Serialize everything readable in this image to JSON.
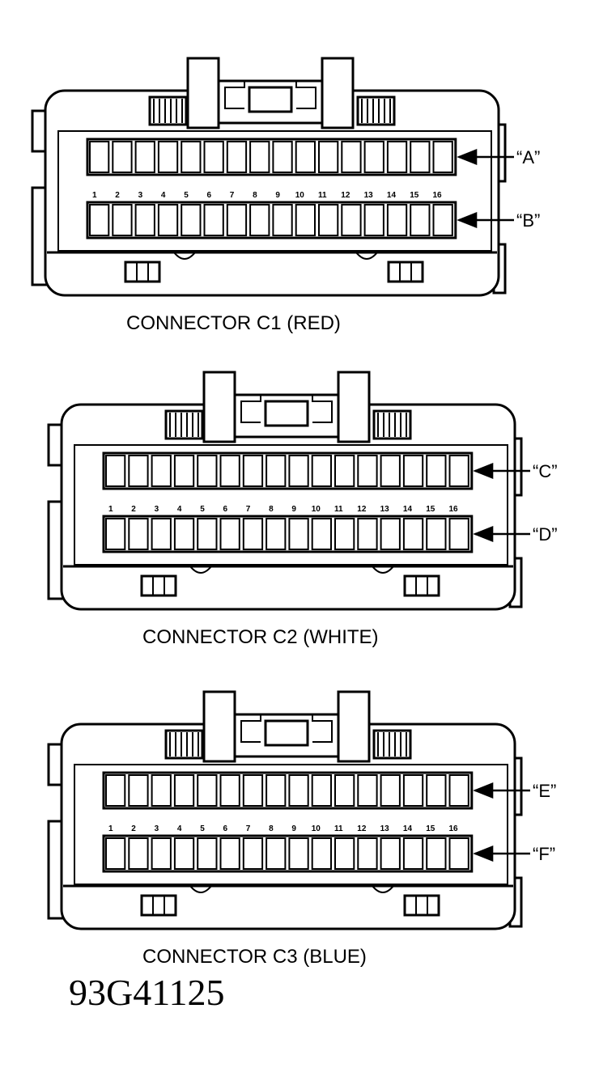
{
  "figure_code": "93G41125",
  "connectors": [
    {
      "caption": "CONNECTOR C1 (RED)",
      "pin_numbers": [
        "1",
        "2",
        "3",
        "4",
        "5",
        "6",
        "7",
        "8",
        "9",
        "10",
        "11",
        "12",
        "13",
        "14",
        "15",
        "16"
      ],
      "rows": [
        {
          "label": "“A”"
        },
        {
          "label": "“B”"
        }
      ]
    },
    {
      "caption": "CONNECTOR C2 (WHITE)",
      "pin_numbers": [
        "1",
        "2",
        "3",
        "4",
        "5",
        "6",
        "7",
        "8",
        "9",
        "10",
        "11",
        "12",
        "13",
        "14",
        "15",
        "16"
      ],
      "rows": [
        {
          "label": "“C”"
        },
        {
          "label": "“D”"
        }
      ]
    },
    {
      "caption": "CONNECTOR C3 (BLUE)",
      "pin_numbers": [
        "1",
        "2",
        "3",
        "4",
        "5",
        "6",
        "7",
        "8",
        "9",
        "10",
        "11",
        "12",
        "13",
        "14",
        "15",
        "16"
      ],
      "rows": [
        {
          "label": "“E”"
        },
        {
          "label": "“F”"
        }
      ]
    }
  ]
}
